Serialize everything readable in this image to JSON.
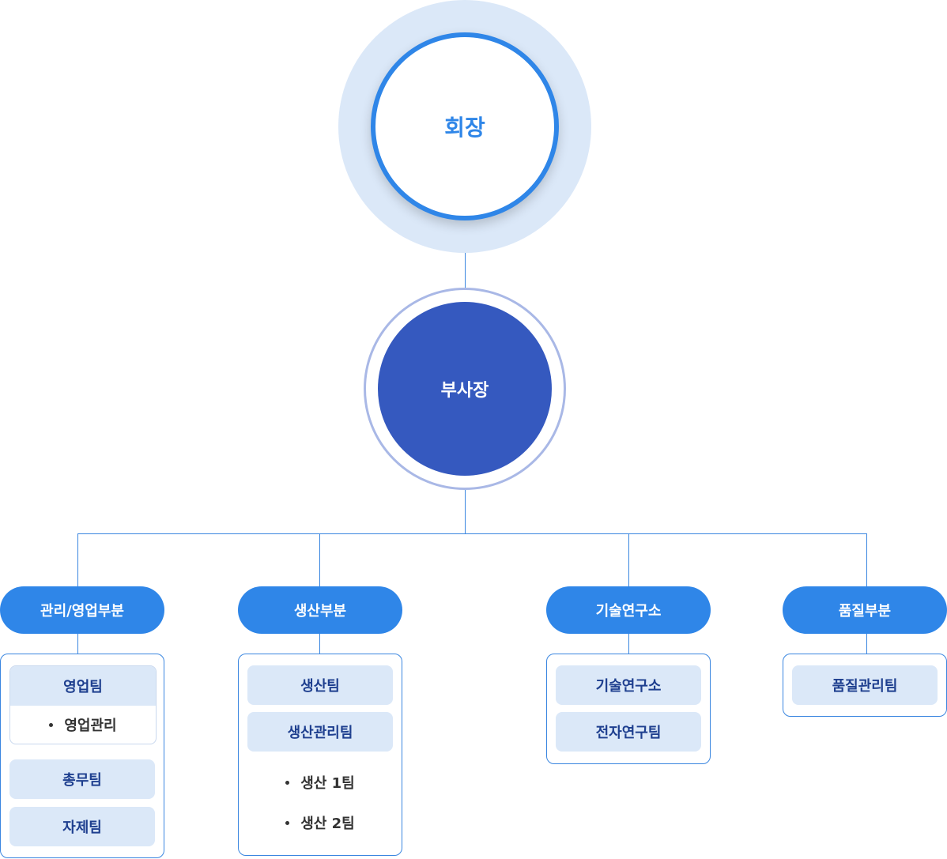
{
  "chairman": {
    "label": "회장"
  },
  "vice_president": {
    "label": "부사장"
  },
  "divisions": [
    {
      "label": "관리/영업부분",
      "teams": [
        {
          "label": "영업팀",
          "sub_items": [
            "영업관리"
          ]
        },
        {
          "label": "총무팀"
        },
        {
          "label": "자제팀"
        }
      ]
    },
    {
      "label": "생산부분",
      "teams": [
        {
          "label": "생산팀"
        },
        {
          "label": "생산관리팀",
          "sub_items": [
            "생산 1팀",
            "생산 2팀"
          ]
        }
      ]
    },
    {
      "label": "기술연구소",
      "teams": [
        {
          "label": "기술연구소"
        },
        {
          "label": "전자연구팀"
        }
      ]
    },
    {
      "label": "품질부분",
      "teams": [
        {
          "label": "품질관리팀"
        }
      ]
    }
  ],
  "colors": {
    "primary_blue": "#2f86e8",
    "navy": "#3559bf",
    "light_blue": "#dbe8f8",
    "team_text": "#1e3f8f"
  }
}
